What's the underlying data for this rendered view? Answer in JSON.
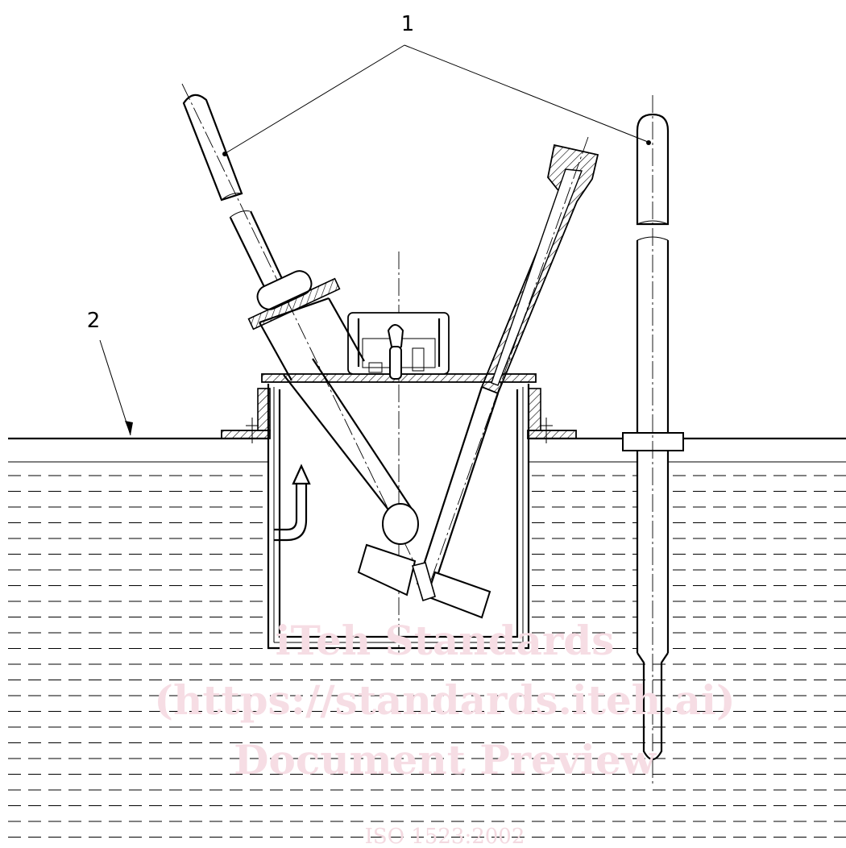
{
  "figure": {
    "callouts": [
      {
        "id": "1",
        "label": "1"
      },
      {
        "id": "2",
        "label": "2"
      }
    ]
  },
  "watermark": {
    "line1": "iTeh Standards",
    "line2": "(https://standards.iteh.ai)",
    "line3": "Document Preview",
    "doc_ref": "ISO 1523:2002"
  },
  "colors": {
    "line": "#000000",
    "background": "#ffffff",
    "watermark": "#f6dde4"
  }
}
